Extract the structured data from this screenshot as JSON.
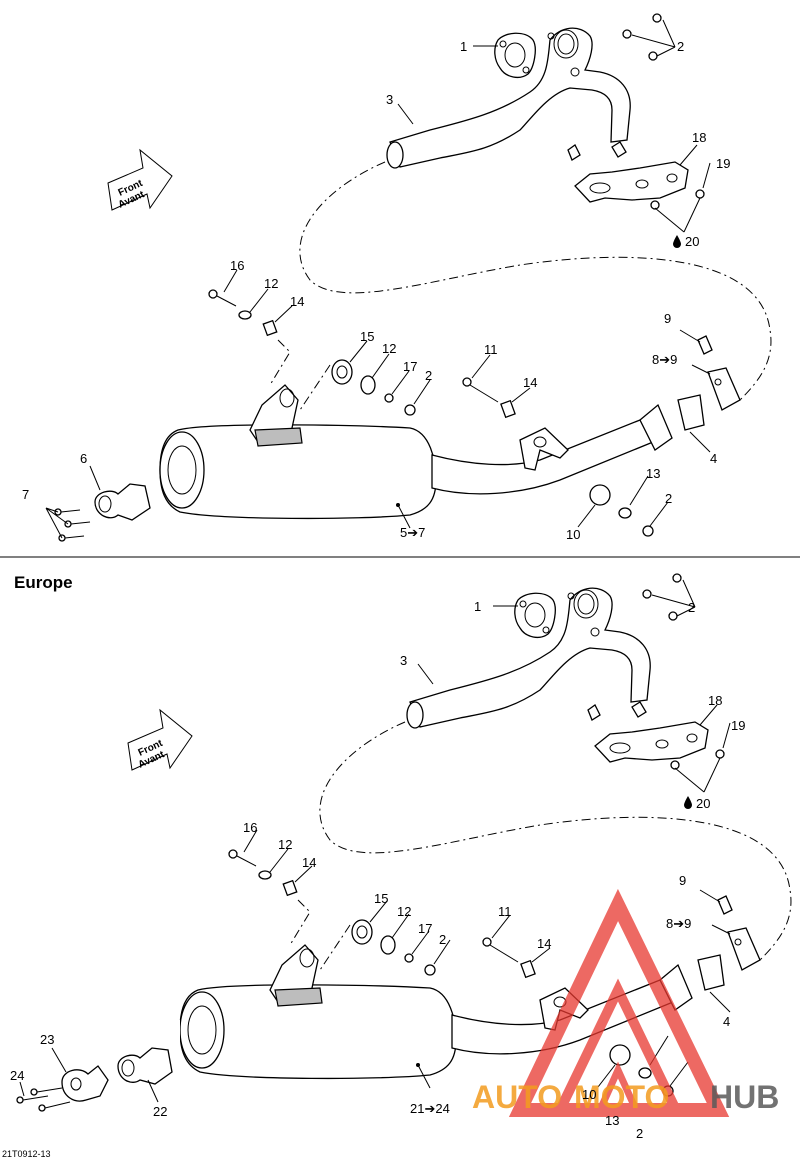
{
  "section_label": "Europe",
  "figure_code": "21T0912-13",
  "front_arrow": {
    "line1": "Front",
    "line2": "Avant"
  },
  "watermark": {
    "part1": "AUTO",
    "part2": "MOTO",
    "part3": "HUB",
    "red": "#e8382f",
    "orange": "#f39c1f",
    "grey": "#5a5a5a"
  },
  "top_callouts": [
    "1",
    "2",
    "3",
    "18",
    "19",
    "20",
    "16",
    "12",
    "14",
    "15",
    "12",
    "17",
    "2",
    "11",
    "14",
    "9",
    "8➔9",
    "4",
    "6",
    "7",
    "13",
    "2",
    "10",
    "5➔7"
  ],
  "bottom_callouts": [
    "1",
    "2",
    "3",
    "18",
    "19",
    "20",
    "16",
    "12",
    "14",
    "15",
    "12",
    "17",
    "2",
    "11",
    "14",
    "9",
    "8➔9",
    "4",
    "23",
    "24",
    "22",
    "21➔24",
    "10",
    "13",
    "2"
  ]
}
